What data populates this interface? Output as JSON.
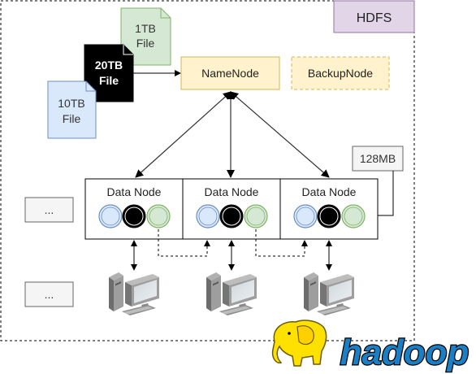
{
  "cluster": {
    "title": "HDFS"
  },
  "files": [
    {
      "line1": "1TB",
      "line2": "File",
      "color": "#d5e8d4"
    },
    {
      "line1": "20TB",
      "line2": "File",
      "color": "#000000"
    },
    {
      "line1": "10TB",
      "line2": "File",
      "color": "#dae8fc"
    }
  ],
  "name_node": {
    "label": "NameNode",
    "color": "#fff2cc"
  },
  "backup_node": {
    "label": "BackupNode",
    "color": "#fff2cc"
  },
  "block_size": {
    "label": "128MB"
  },
  "data_nodes": [
    {
      "label": "Data Node"
    },
    {
      "label": "Data Node"
    },
    {
      "label": "Data Node"
    }
  ],
  "more_nodes": [
    {
      "label": "..."
    },
    {
      "label": "..."
    }
  ],
  "blocks": {
    "colors": [
      "#dae8fc",
      "#000000",
      "#d5e8d4"
    ]
  },
  "logo": {
    "text": "hadoop",
    "icon": "hadoop-elephant-icon"
  },
  "computers": {
    "icon": "desktop-computer-icon",
    "count": 3
  }
}
